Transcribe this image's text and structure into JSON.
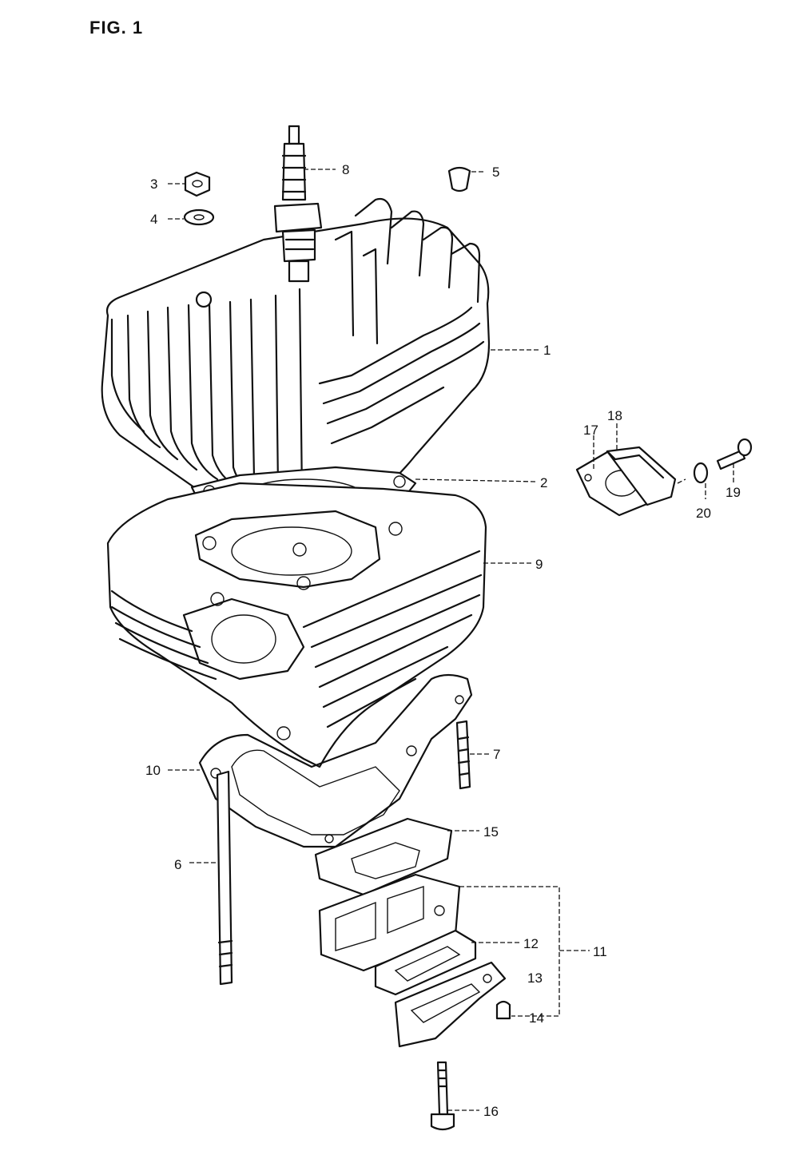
{
  "figure": {
    "title": "FIG. 1"
  },
  "callouts": [
    {
      "key": "c1",
      "label": "1"
    },
    {
      "key": "c2",
      "label": "2"
    },
    {
      "key": "c3",
      "label": "3"
    },
    {
      "key": "c4",
      "label": "4"
    },
    {
      "key": "c5",
      "label": "5"
    },
    {
      "key": "c6",
      "label": "6"
    },
    {
      "key": "c7",
      "label": "7"
    },
    {
      "key": "c8",
      "label": "8"
    },
    {
      "key": "c9",
      "label": "9"
    },
    {
      "key": "c10",
      "label": "10"
    },
    {
      "key": "c11",
      "label": "11"
    },
    {
      "key": "c12",
      "label": "12"
    },
    {
      "key": "c13",
      "label": "13"
    },
    {
      "key": "c14",
      "label": "14"
    },
    {
      "key": "c15",
      "label": "15"
    },
    {
      "key": "c16",
      "label": "16"
    },
    {
      "key": "c17",
      "label": "17"
    },
    {
      "key": "c18",
      "label": "18"
    },
    {
      "key": "c19",
      "label": "19"
    },
    {
      "key": "c20",
      "label": "20"
    }
  ]
}
